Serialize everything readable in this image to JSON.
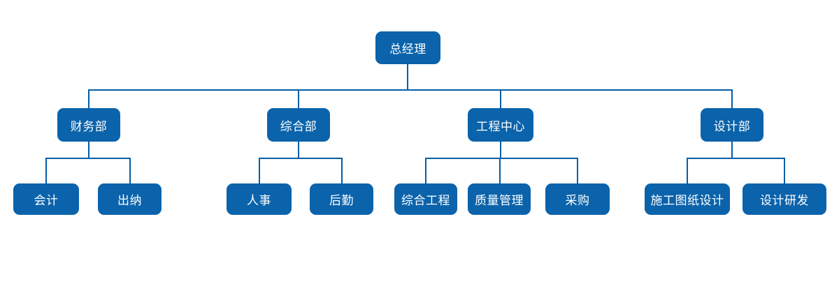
{
  "org_chart": {
    "root": {
      "label": "总经理"
    },
    "departments": [
      {
        "label": "财务部",
        "children": [
          {
            "label": "会计"
          },
          {
            "label": "出纳"
          }
        ]
      },
      {
        "label": "综合部",
        "children": [
          {
            "label": "人事"
          },
          {
            "label": "后勤"
          }
        ]
      },
      {
        "label": "工程中心",
        "children": [
          {
            "label": "综合工程"
          },
          {
            "label": "质量管理"
          },
          {
            "label": "采购"
          }
        ]
      },
      {
        "label": "设计部",
        "children": [
          {
            "label": "施工图纸设计"
          },
          {
            "label": "设计研发"
          }
        ]
      }
    ],
    "colors": {
      "node_fill": "#0b63ab",
      "node_text": "#ffffff",
      "connector": "#045ea6",
      "background": "#ffffff"
    }
  }
}
